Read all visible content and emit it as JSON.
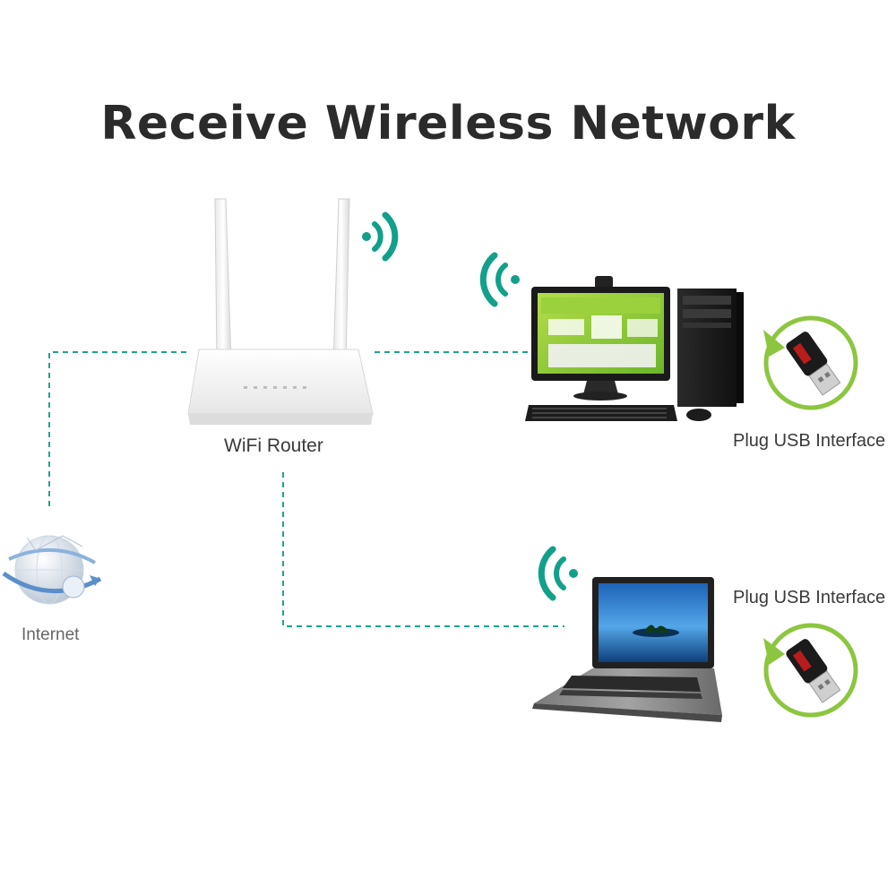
{
  "title": "Receive Wireless Network",
  "nodes": {
    "router": "WiFi Router",
    "internet": "Internet",
    "usb_desktop": "Plug USB Interface",
    "usb_laptop": "Plug USB Interface"
  },
  "colors": {
    "link": "#1aa58f",
    "wifi": "#12a08a",
    "usb_ring": "#8cc63f",
    "title": "#2b2b2b"
  },
  "icons": [
    "router-icon",
    "globe-icon",
    "desktop-pc-icon",
    "laptop-icon",
    "usb-adapter-icon",
    "wifi-signal-icon"
  ]
}
